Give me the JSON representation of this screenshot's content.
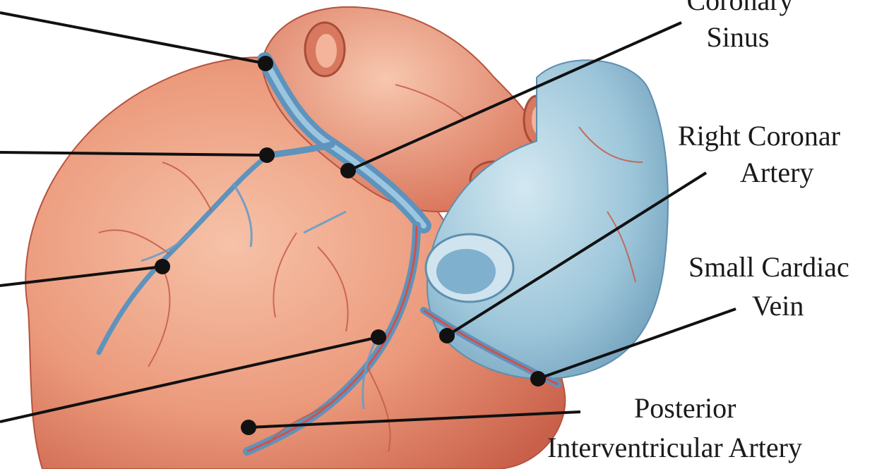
{
  "labels": {
    "coronary_sinus_line1": "Coronary",
    "coronary_sinus_line2": "Sinus",
    "right_coronary_line1": "Right Coronar",
    "right_coronary_line2": "Artery",
    "small_cardiac_line1": "Small Cardiac",
    "small_cardiac_line2": "Vein",
    "posterior_line1": "Posterior",
    "posterior_line2": "Interventricular Artery"
  },
  "colors": {
    "heart_red": "#e98a6c",
    "vessel_blue": "#6fa3c8",
    "atrium_blue": "#a9cfe0",
    "line_black": "#111111"
  }
}
